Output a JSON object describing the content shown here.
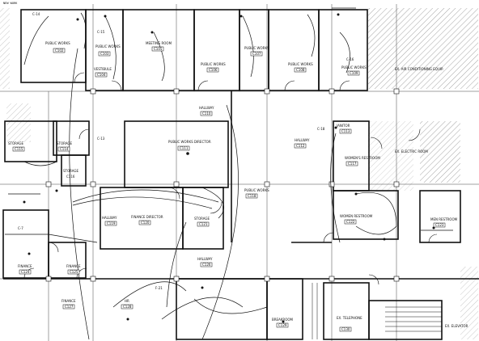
{
  "sheet_header": "NEW WORK",
  "rooms": [
    {
      "name": "PUBLIC WORKS",
      "number": "C102"
    },
    {
      "name": "PUBLIC WORKS",
      "number": "C103"
    },
    {
      "name": "VESTIBULE",
      "number": "C104"
    },
    {
      "name": "MEETING ROOM",
      "number": "C105"
    },
    {
      "name": "PUBLIC WORKS",
      "number": "C106"
    },
    {
      "name": "PUBLIC WORKS",
      "number": "C107"
    },
    {
      "name": "PUBLIC WORKS",
      "number": "C108"
    },
    {
      "name": "PUBLIC WORKS",
      "number": "C109"
    },
    {
      "name": "EX. AIR CONDITIONING EQUIP.",
      "number": ""
    },
    {
      "name": "HALLWAY",
      "number": "C110"
    },
    {
      "name": "PUBLIC WORKS DIRECTOR",
      "number": "C111"
    },
    {
      "name": "HALLWAY",
      "number": "C112"
    },
    {
      "name": "JANITOR",
      "number": "C113"
    },
    {
      "name": "STORAGE",
      "number": "C114"
    },
    {
      "name": "STORAGE",
      "number": "C115"
    },
    {
      "name": "STORAGE",
      "number": "C116"
    },
    {
      "name": "WOMEN'S RESTROOM",
      "number": "C117"
    },
    {
      "name": "EX. ELECTRIC ROOM",
      "number": ""
    },
    {
      "name": "PUBLIC WORKS",
      "number": "C118"
    },
    {
      "name": "HALLWAY",
      "number": "C119"
    },
    {
      "name": "FINANCE DIRECTOR",
      "number": "C120"
    },
    {
      "name": "STORAGE",
      "number": "C121"
    },
    {
      "name": "WOMEN RESTROOM",
      "number": "C122"
    },
    {
      "name": "MEN RESTROOM",
      "number": "C123"
    },
    {
      "name": "FINANCE",
      "number": "C124"
    },
    {
      "name": "FINANCE",
      "number": "C125"
    },
    {
      "name": "HALLWAY",
      "number": "C126"
    },
    {
      "name": "FINANCE",
      "number": "C127"
    },
    {
      "name": "HR",
      "number": "C128"
    },
    {
      "name": "BREAKROOM",
      "number": "C129"
    },
    {
      "name": "EX. TELEPHONE",
      "number": "C130"
    },
    {
      "name": "EX. ELEVATOR",
      "number": ""
    }
  ],
  "circuit_tags": [
    "C-14",
    "C-15",
    "C-16",
    "C-18",
    "C-13",
    "C-7",
    "F-21"
  ],
  "colors": {
    "line": "#111111",
    "hatch": "#555555",
    "grid": "#333333"
  }
}
